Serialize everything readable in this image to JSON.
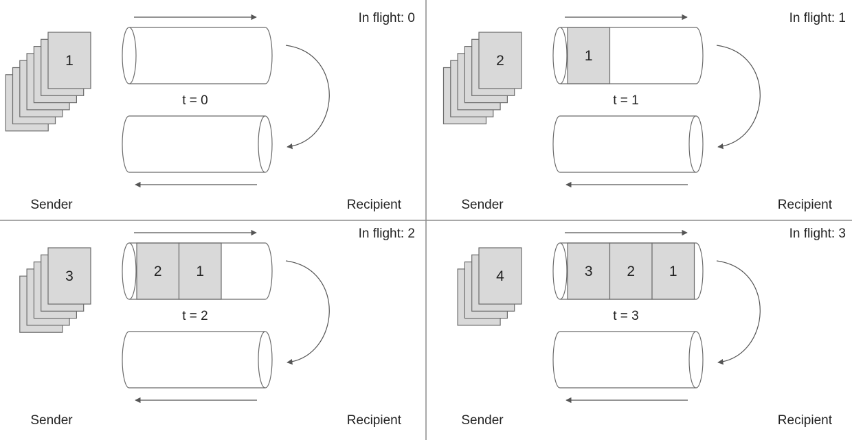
{
  "colors": {
    "outline": "#6b6b6b",
    "packet_fill": "#d9d9d9",
    "arrow": "#555555",
    "divider": "#8c8c8c"
  },
  "panels": [
    {
      "in_flight": "In flight: 0",
      "time": "t = 0",
      "sender": "Sender",
      "recipient": "Recipient",
      "stack_count": 7,
      "stack_top": "1",
      "packets": []
    },
    {
      "in_flight": "In flight: 1",
      "time": "t = 1",
      "sender": "Sender",
      "recipient": "Recipient",
      "stack_count": 6,
      "stack_top": "2",
      "packets": [
        "1"
      ]
    },
    {
      "in_flight": "In flight: 2",
      "time": "t = 2",
      "sender": "Sender",
      "recipient": "Recipient",
      "stack_count": 5,
      "stack_top": "3",
      "packets": [
        "2",
        "1"
      ]
    },
    {
      "in_flight": "In flight: 3",
      "time": "t = 3",
      "sender": "Sender",
      "recipient": "Recipient",
      "stack_count": 4,
      "stack_top": "4",
      "packets": [
        "3",
        "2",
        "1"
      ]
    }
  ]
}
